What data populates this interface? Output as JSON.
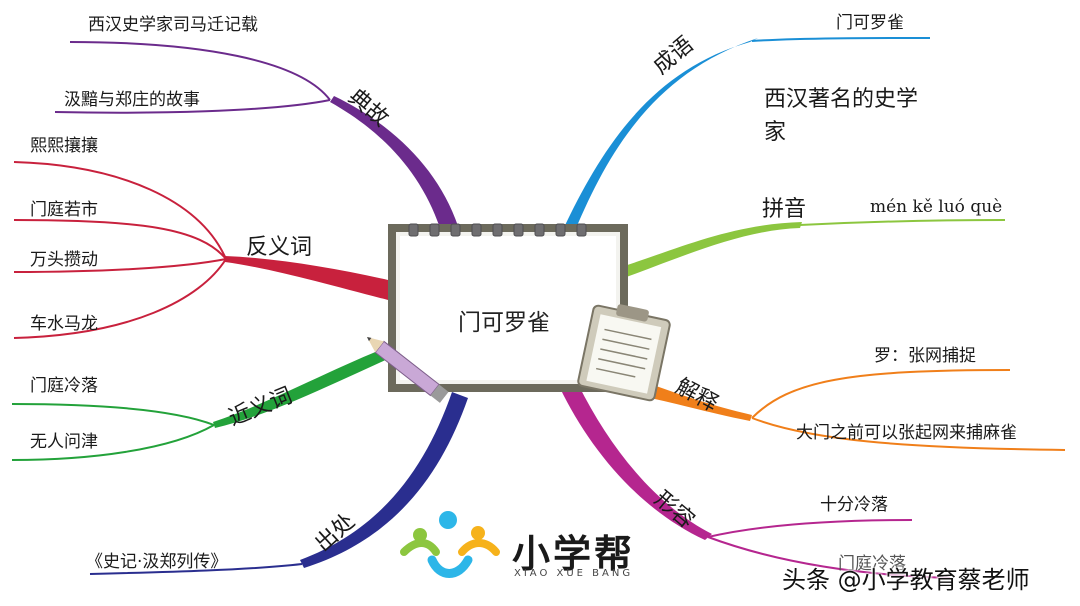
{
  "center": {
    "title": "门可罗雀"
  },
  "branches": {
    "chengyu": {
      "label": "成语",
      "color": "#1a8fd6",
      "leaves": [
        "门可罗雀"
      ]
    },
    "pinyin": {
      "label": "拼音",
      "color": "#8cc63f",
      "leaves": [
        "mén kě luó què"
      ]
    },
    "jieshi": {
      "label": "解释",
      "color": "#f07f1a",
      "leaves": [
        "罗：张网捕捉",
        "大门之前可以张起网来捕麻雀"
      ]
    },
    "xingrong": {
      "label": "形容",
      "color": "#b5268f",
      "leaves": [
        "十分冷落",
        "门庭冷落"
      ]
    },
    "chuchu": {
      "label": "出处",
      "color": "#2a2e8f",
      "leaves": [
        "《史记·汲郑列传》"
      ]
    },
    "jinyici": {
      "label": "近义词",
      "color": "#23a23a",
      "leaves": [
        "门庭冷落",
        "无人问津"
      ]
    },
    "fanyici": {
      "label": "反义词",
      "color": "#c8213d",
      "leaves": [
        "熙熙攘攘",
        "门庭若市",
        "万头攒动",
        "车水马龙"
      ]
    },
    "diangu": {
      "label": "典故",
      "color": "#6b2b8c",
      "leaves": [
        "西汉史学家司马迁记载",
        "汲黯与郑庄的故事"
      ]
    }
  },
  "note": "西汉著名的史学家",
  "logo": {
    "name": "小学帮",
    "sub": "XIAO XUE BANG"
  },
  "watermark": "头条 @小学教育蔡老师"
}
